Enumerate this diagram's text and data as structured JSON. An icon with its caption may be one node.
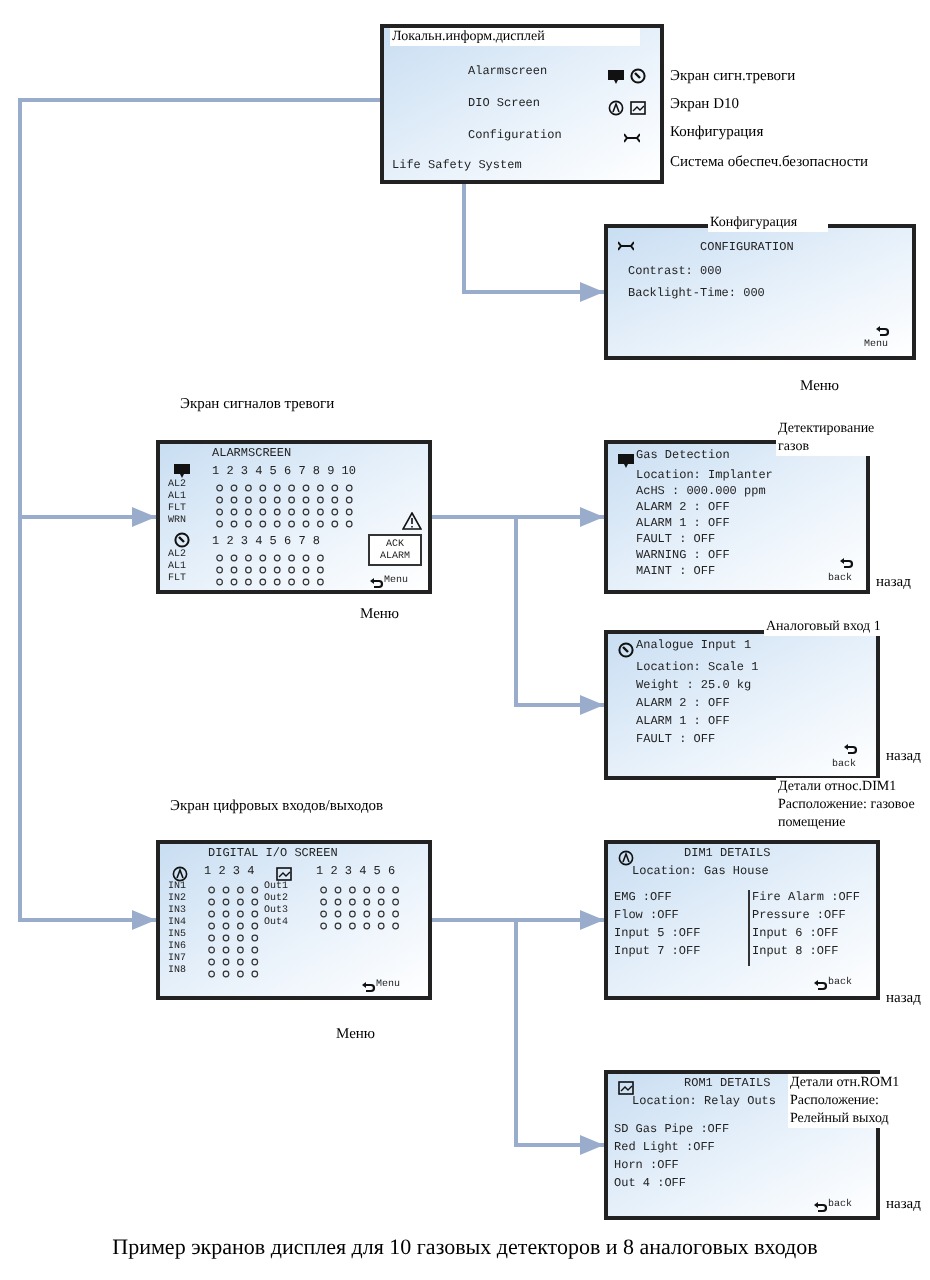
{
  "diagram": {
    "caption": "Пример экранов дисплея для 10 газовых детекторов и 8 аналоговых входов",
    "nodes": [
      {
        "text": [
          "Локальн.информ.дисплей",
          "Alarmscreen",
          "DIO Screen",
          "Configuration",
          "Life Safety System"
        ],
        "beside": [
          "Экран сигн.тревоги",
          "Экран D10",
          "Конфигурация",
          "Система обеспеч.безопасности"
        ]
      },
      {
        "text": [
          "Конфигурация",
          "CONFIGURATION",
          "Contrast: 000",
          "Backlight-Time: 000",
          "Menu"
        ],
        "beside": [
          "Меню"
        ]
      },
      {
        "text": [
          "ALARMSCREEN",
          "1 2 3 4 5 6 7 8 9 10",
          "AL2",
          "AL1",
          "FLT",
          "WRN",
          "1 2 3 4 5 6 7 8",
          "AL2",
          "AL1",
          "FLT",
          "ACK ALARM",
          "Menu"
        ],
        "beside": [
          "Экран сигналов тревоги",
          "Меню"
        ]
      },
      {
        "text": [
          "Детектирование газов",
          "Gas Detection",
          "Location: Implanter",
          "AcHS : 000.000 ppm",
          "ALARM 2 : OFF",
          "ALARM 1 : OFF",
          "FAULT : OFF",
          "WARNING : OFF",
          "MAINT : OFF",
          "back"
        ],
        "beside": [
          "назад"
        ]
      },
      {
        "text": [
          "Analogue Input 1",
          "Аналоговый вход 1",
          "Location: Scale 1",
          "Weight : 25.0 kg",
          "ALARM 2 : OFF",
          "ALARM 1 : OFF",
          "FAULT : OFF",
          "back"
        ],
        "beside": [
          "назад"
        ]
      },
      {
        "text": [
          "DIGITAL I/O SCREEN",
          "1 2 3 4",
          "1 2 3 4 5 6",
          "IN1",
          "IN2",
          "IN3",
          "IN4",
          "IN5",
          "IN6",
          "IN7",
          "IN8",
          "Out1",
          "Out2",
          "Out3",
          "Out4",
          "Menu"
        ],
        "beside": [
          "Экран цифровых входов/выходов",
          "Меню"
        ]
      },
      {
        "text": [
          "Детали относ.DIM1 Расположение: газовое помещение",
          "DIM1 DETAILS",
          "Location: Gas House",
          "EMG :OFF",
          "Flow :OFF",
          "Input 5 :OFF",
          "Input 7 :OFF",
          "Fire Alarm :OFF",
          "Pressure :OFF",
          "Input 6 :OFF",
          "Input 8 :OFF",
          "back"
        ],
        "beside": [
          "назад"
        ]
      },
      {
        "text": [
          "ROM1 DETAILS",
          "Location: Relay Outs",
          "Детали отн.ROM1 Расположение: Релейный выход",
          "SD Gas Pipe :OFF",
          "Red Light :OFF",
          "Horn :OFF",
          "Out 4 :OFF",
          "back"
        ],
        "beside": [
          "назад"
        ]
      }
    ],
    "edges": [
      {
        "from": 0,
        "to": 1,
        "arrow": "to"
      },
      {
        "from": 0,
        "to": 2,
        "arrow": "to"
      },
      {
        "from": 0,
        "to": 5,
        "arrow": "to"
      },
      {
        "from": 2,
        "to": 3,
        "arrow": "to"
      },
      {
        "from": 2,
        "to": 4,
        "arrow": "to"
      },
      {
        "from": 5,
        "to": 6,
        "arrow": "to"
      },
      {
        "from": 5,
        "to": 7,
        "arrow": "to"
      }
    ]
  }
}
